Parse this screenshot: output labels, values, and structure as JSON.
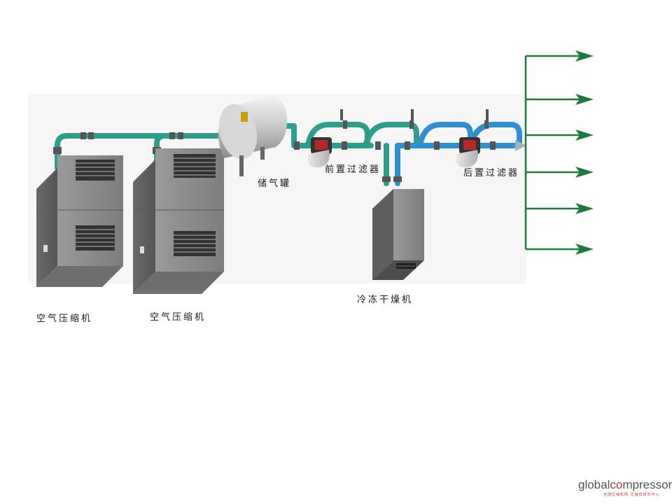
{
  "labels": {
    "compressor_1": "空气压缩机",
    "compressor_2": "空气压缩机",
    "tank": "储气罐",
    "pre_filter": "前置过滤器",
    "post_filter": "后置过滤器",
    "dryer": "冷冻干燥机"
  },
  "logo": {
    "text_a": "glob",
    "text_o": "al",
    "text_b": "c",
    "text_c": "mpressor",
    "subtitle": "全球压缩机网  压缩机研究中心"
  },
  "colors": {
    "wet_pipe": "#2e9e8c",
    "dry_pipe": "#2f8fd0",
    "arrow": "#1e7a3a",
    "machine": "#8c8c8c",
    "logo_accent": "#c0392b"
  }
}
